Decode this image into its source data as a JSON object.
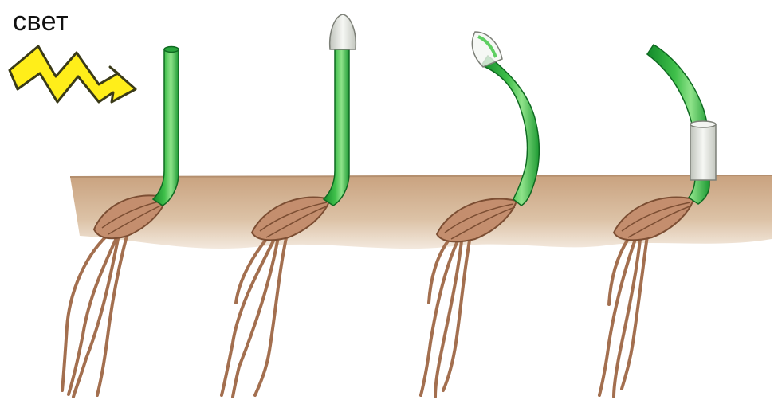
{
  "labels": {
    "light": "свет"
  },
  "icons": {
    "light_ray": "lightning-bolt-icon"
  },
  "colors": {
    "soil": "#cdae90",
    "soil_shadow": "#b79474",
    "stem": "#22a63a",
    "stem_highlight": "#7fdc7a",
    "tip_cap": "#e8ece4",
    "opaque_sleeve": "#e9ece6",
    "roots": "#a36f4f",
    "seed": "#c48e6e",
    "bolt": "#ffee1a",
    "bolt_outline": "#3a3a18"
  },
  "seedlings": [
    {
      "id": "intact-no-tip"
    },
    {
      "id": "covered-tip"
    },
    {
      "id": "transparent-tip"
    },
    {
      "id": "sleeve-below-tip"
    }
  ]
}
